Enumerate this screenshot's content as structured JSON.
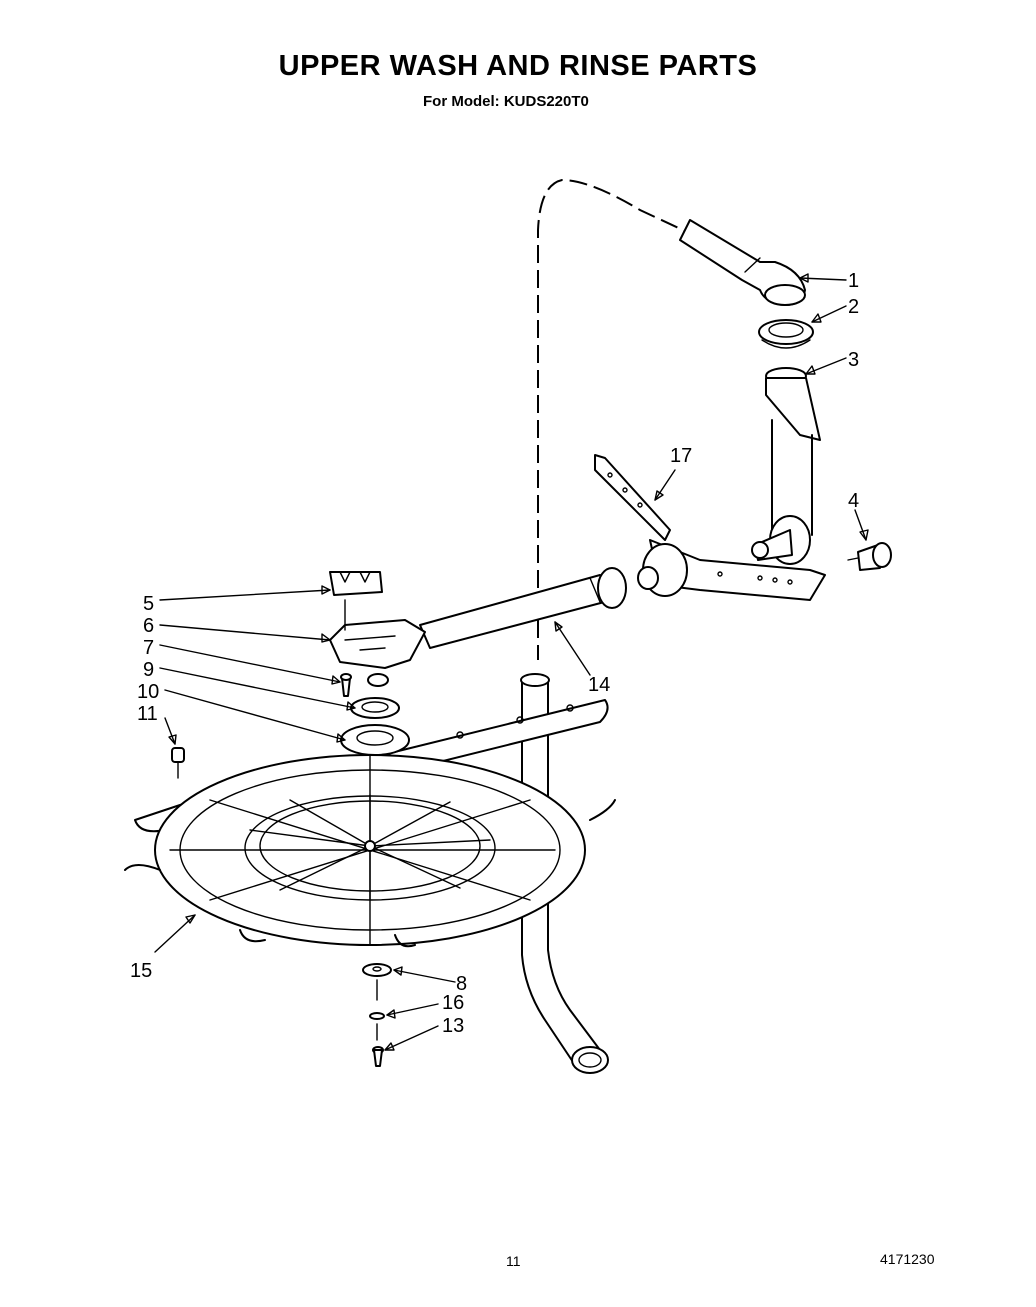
{
  "header": {
    "title": "UPPER WASH AND RINSE PARTS",
    "subtitle": "For Model: KUDS220T0"
  },
  "footer": {
    "page_number": "11",
    "doc_number": "4171230"
  },
  "callouts": [
    {
      "id": "1",
      "label": "1"
    },
    {
      "id": "2",
      "label": "2"
    },
    {
      "id": "3",
      "label": "3"
    },
    {
      "id": "4",
      "label": "4"
    },
    {
      "id": "5",
      "label": "5"
    },
    {
      "id": "6",
      "label": "6"
    },
    {
      "id": "7",
      "label": "7"
    },
    {
      "id": "9",
      "label": "9"
    },
    {
      "id": "10",
      "label": "10"
    },
    {
      "id": "11",
      "label": "11"
    },
    {
      "id": "14",
      "label": "14"
    },
    {
      "id": "15",
      "label": "15"
    },
    {
      "id": "8",
      "label": "8"
    },
    {
      "id": "16",
      "label": "16"
    },
    {
      "id": "13",
      "label": "13"
    },
    {
      "id": "17",
      "label": "17"
    }
  ]
}
